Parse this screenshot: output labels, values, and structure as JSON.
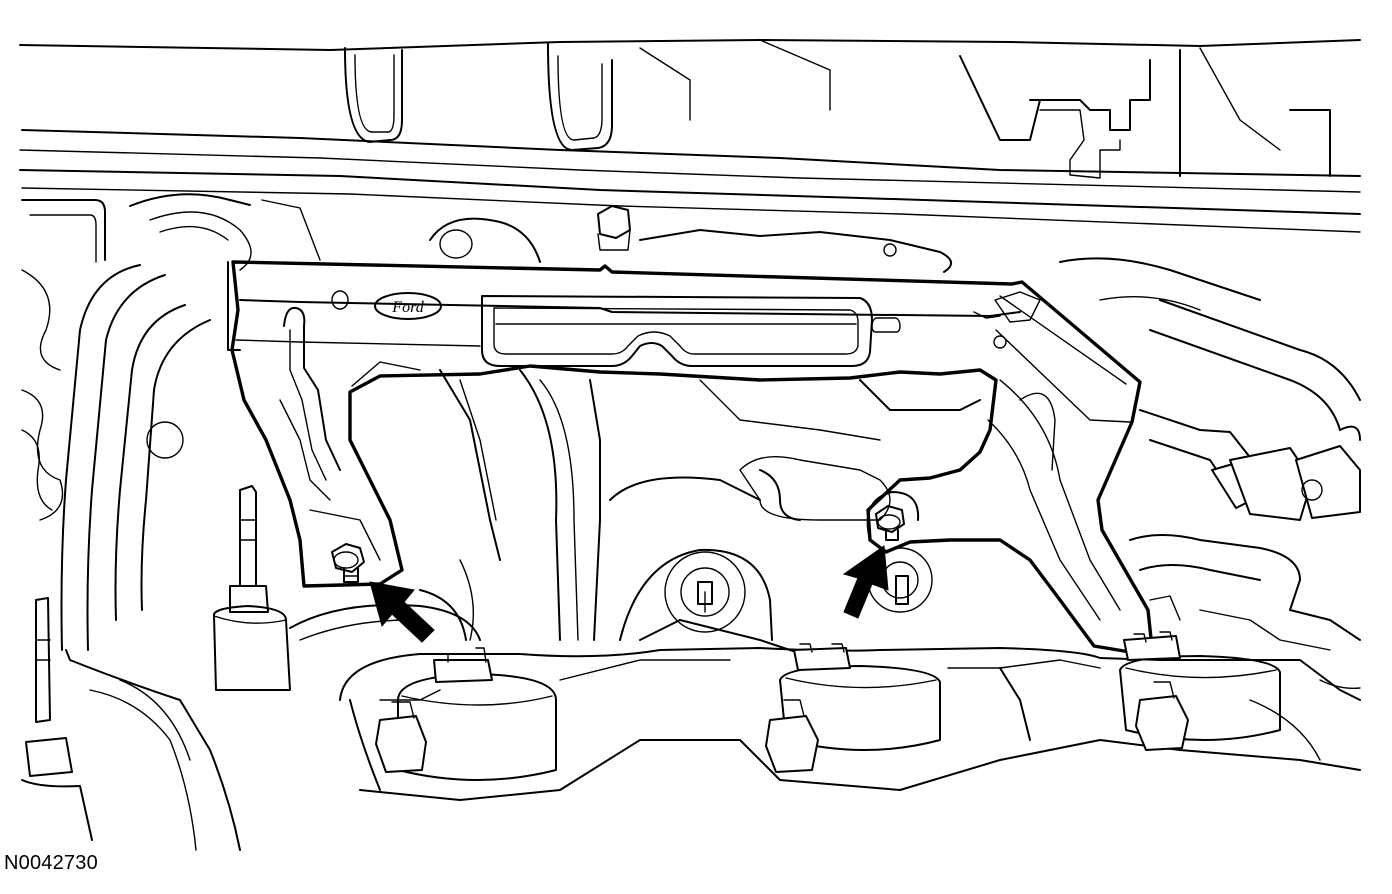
{
  "figure": {
    "id": "N0042730",
    "logo_text": "Ford",
    "line_color": "#000000",
    "background_color": "#ffffff"
  },
  "callouts": [
    {
      "name": "arrow-left-nut",
      "icon": "arrow-icon"
    },
    {
      "name": "arrow-right-nut",
      "icon": "arrow-icon"
    }
  ]
}
